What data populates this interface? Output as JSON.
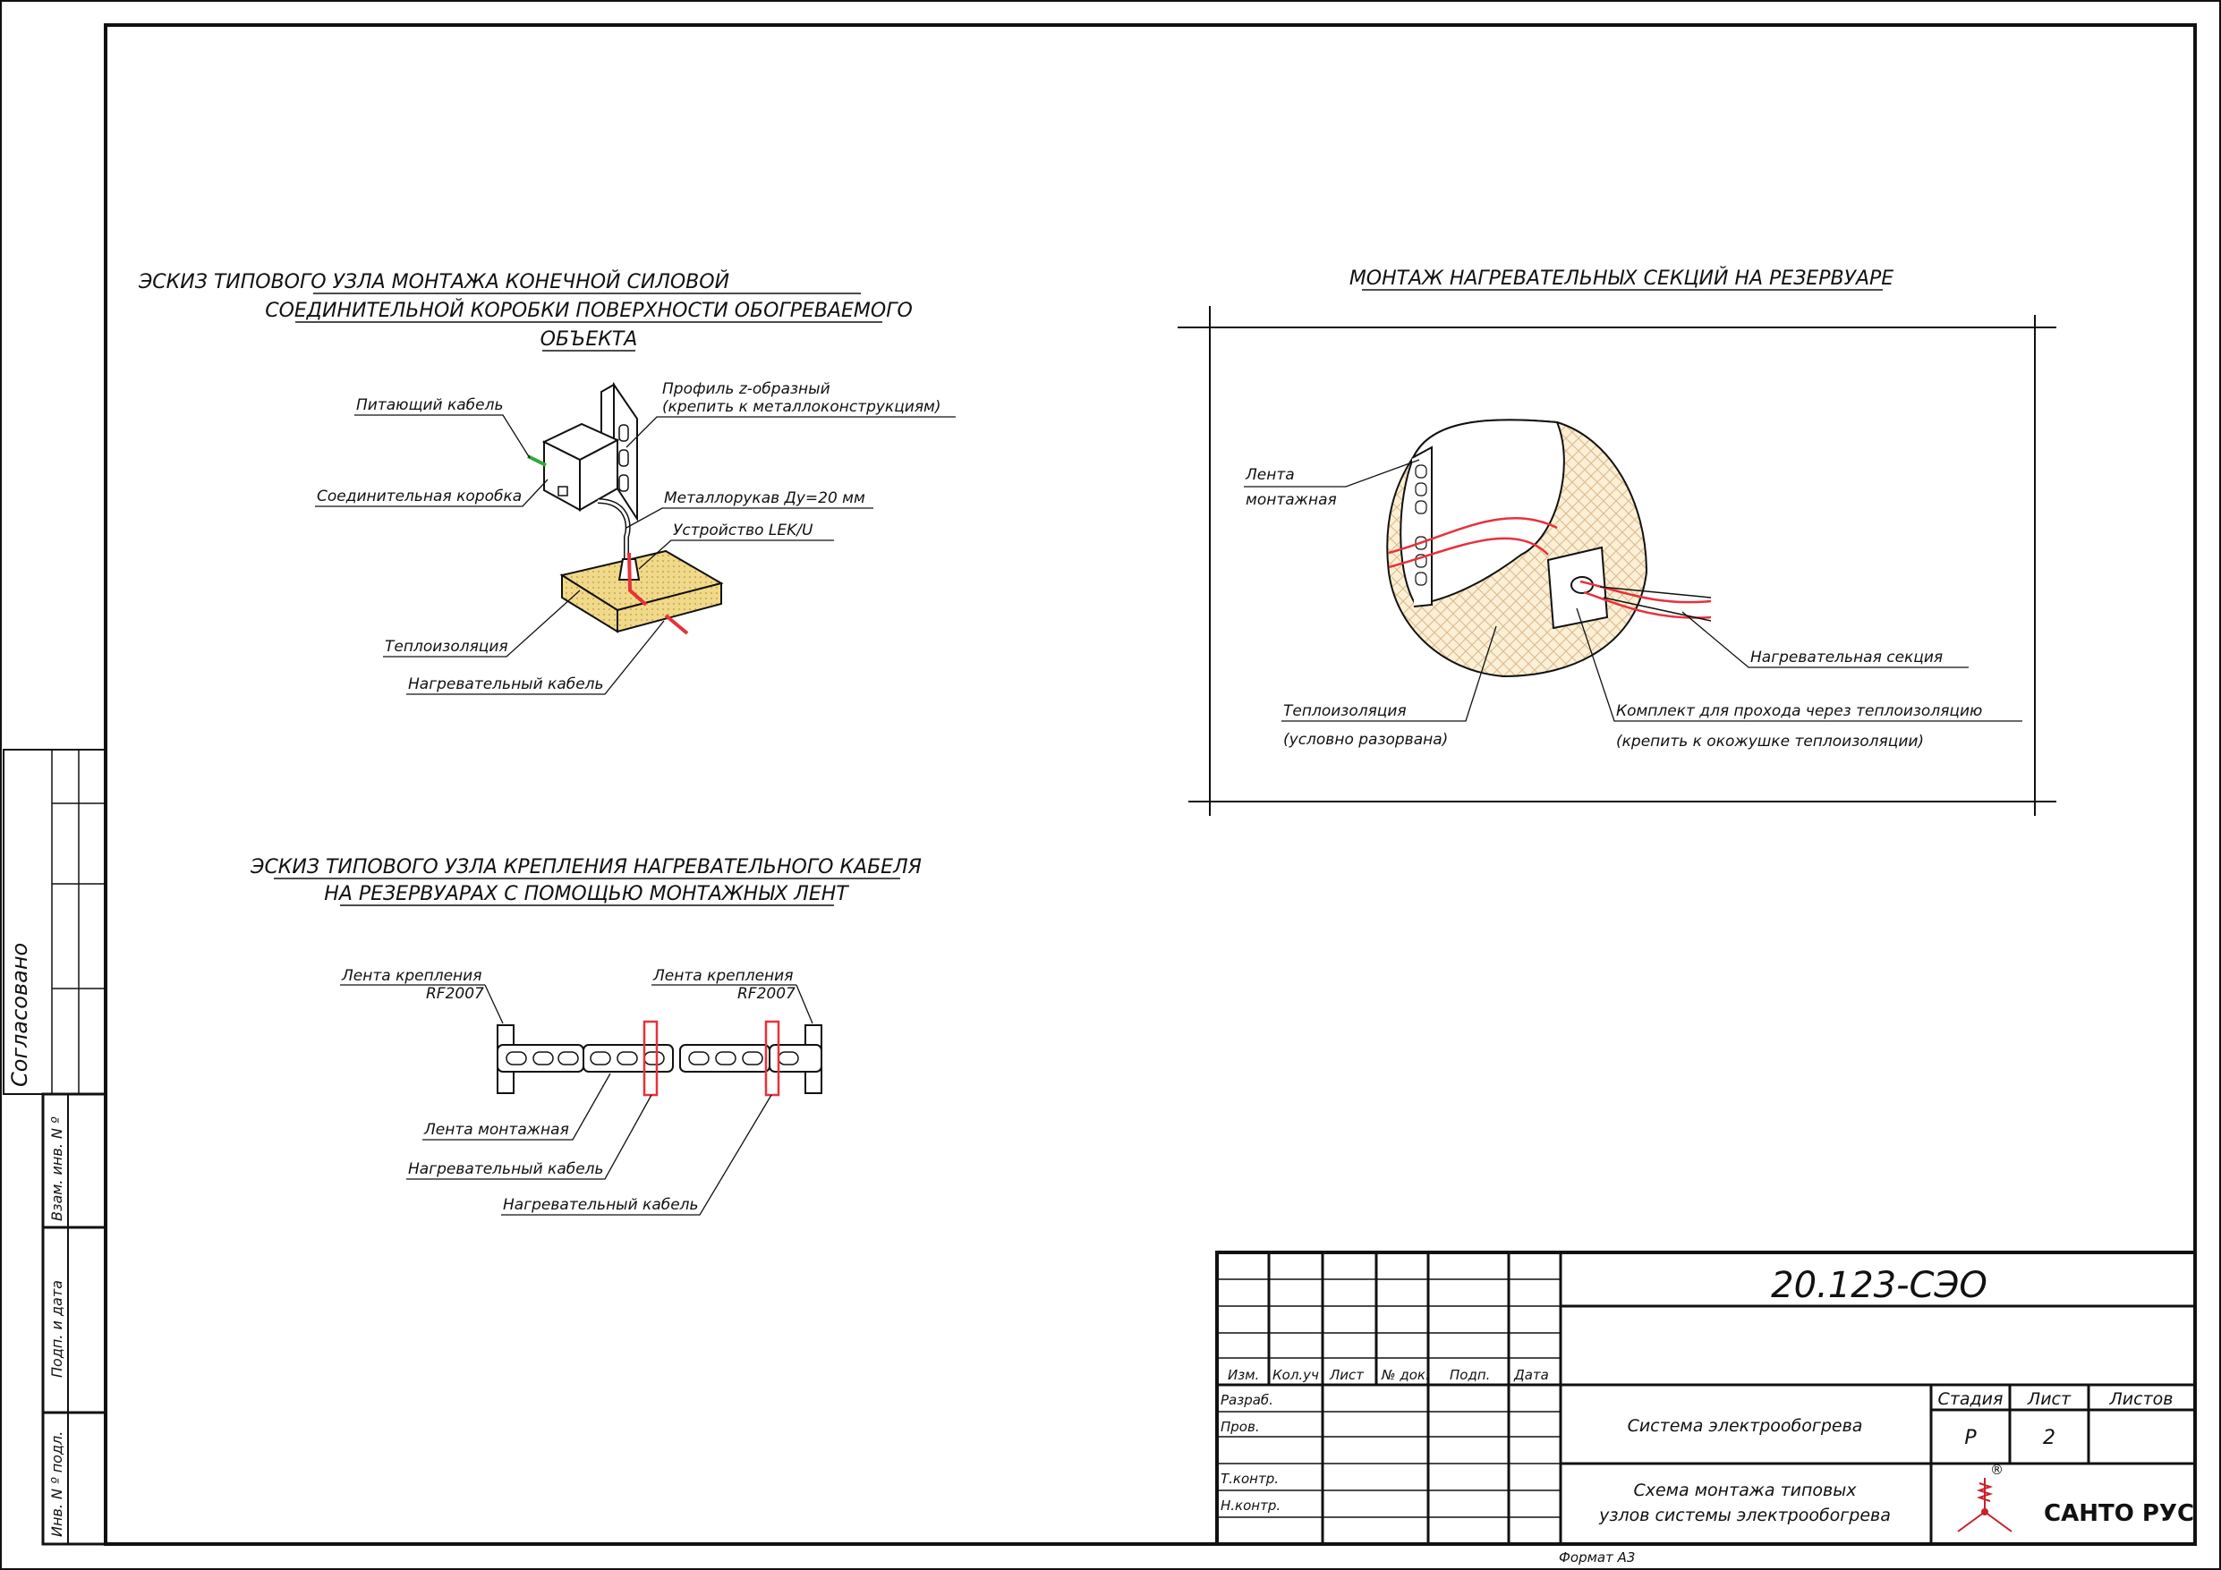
{
  "sheet": {
    "format_label": "Формат  А3"
  },
  "drawing1": {
    "title": [
      "ЭСКИЗ ТИПОВОГО УЗЛА МОНТАЖА КОНЕЧНОЙ СИЛОВОЙ",
      "СОЕДИНИТЕЛЬНОЙ КОРОБКИ ПОВЕРХНОСТИ ОБОГРЕВАЕМОГО",
      "ОБЪЕКТА"
    ],
    "labels": {
      "supply_cable": "Питающий кабель",
      "junction_box": "Соединительная коробка",
      "profile_1": "Профиль  z-образный",
      "profile_2": "(крепить к металлоконструкциям)",
      "metal_hose": "Металлорукав Ду=20  мм",
      "device": "Устройство LEK/U",
      "insulation": "Теплоизоляция",
      "heating_cable": "Нагревательный кабель"
    }
  },
  "drawing2": {
    "title": [
      "ЭСКИЗ ТИПОВОГО УЗЛА КРЕПЛЕНИЯ НАГРЕВАТЕЛЬНОГО КАБЕЛЯ",
      "НА РЕЗЕРВУАРАХ С ПОМОЩЬЮ МОНТАЖНЫХ ЛЕНТ"
    ],
    "labels": {
      "band_left_1": "Лента крепления",
      "band_left_2": "RF2007",
      "band_right_1": "Лента крепления",
      "band_right_2": "RF2007",
      "mount_tape": "Лента монтажная",
      "heating_cable_1": "Нагревательный кабель",
      "heating_cable_2": "Нагревательный кабель"
    }
  },
  "drawing3": {
    "title": "МОНТАЖ НАГРЕВАТЕЛЬНЫХ СЕКЦИЙ НА РЕЗЕРВУАРЕ",
    "labels": {
      "tape_1": "Лента",
      "tape_2": "монтажная",
      "heating_section": "Нагревательная секция",
      "insulation_1": "Теплоизоляция",
      "insulation_2": "(условно разорвана)",
      "kit_1": "Комплект для прохода через теплоизоляцию",
      "kit_2": "(крепить к окожушке теплоизоляции)"
    }
  },
  "side_block": {
    "agreed": "Согласовано",
    "vzam_inv": "Взам. инв. N  º",
    "sign_date": "Подп.  и дата",
    "inv_orig": "Инв. N º подл."
  },
  "title_block": {
    "doc_number": "20.123-СЭО",
    "col_headers": [
      "Изм.",
      "Кол.уч",
      "Лист",
      "№ док.",
      "Подп.",
      "Дата"
    ],
    "roles": [
      "Разраб.",
      "Пров.",
      "",
      "Т.контр.",
      "Н.контр."
    ],
    "system_name": "Система электрообогрева",
    "sheet_title_1": "Схема монтажа типовых",
    "sheet_title_2": "узлов системы электрообогрева",
    "stage_label": "Стадия",
    "sheet_label": "Лист",
    "sheets_label": "Листов",
    "stage_value": "Р",
    "sheet_value": "2",
    "sheets_value": "",
    "company": "САНТО РУС"
  },
  "colors": {
    "cable_red": "#e8313a",
    "insulation_yellow": "#f1d98a",
    "logo_red": "#c8202b",
    "line": "#111111"
  }
}
